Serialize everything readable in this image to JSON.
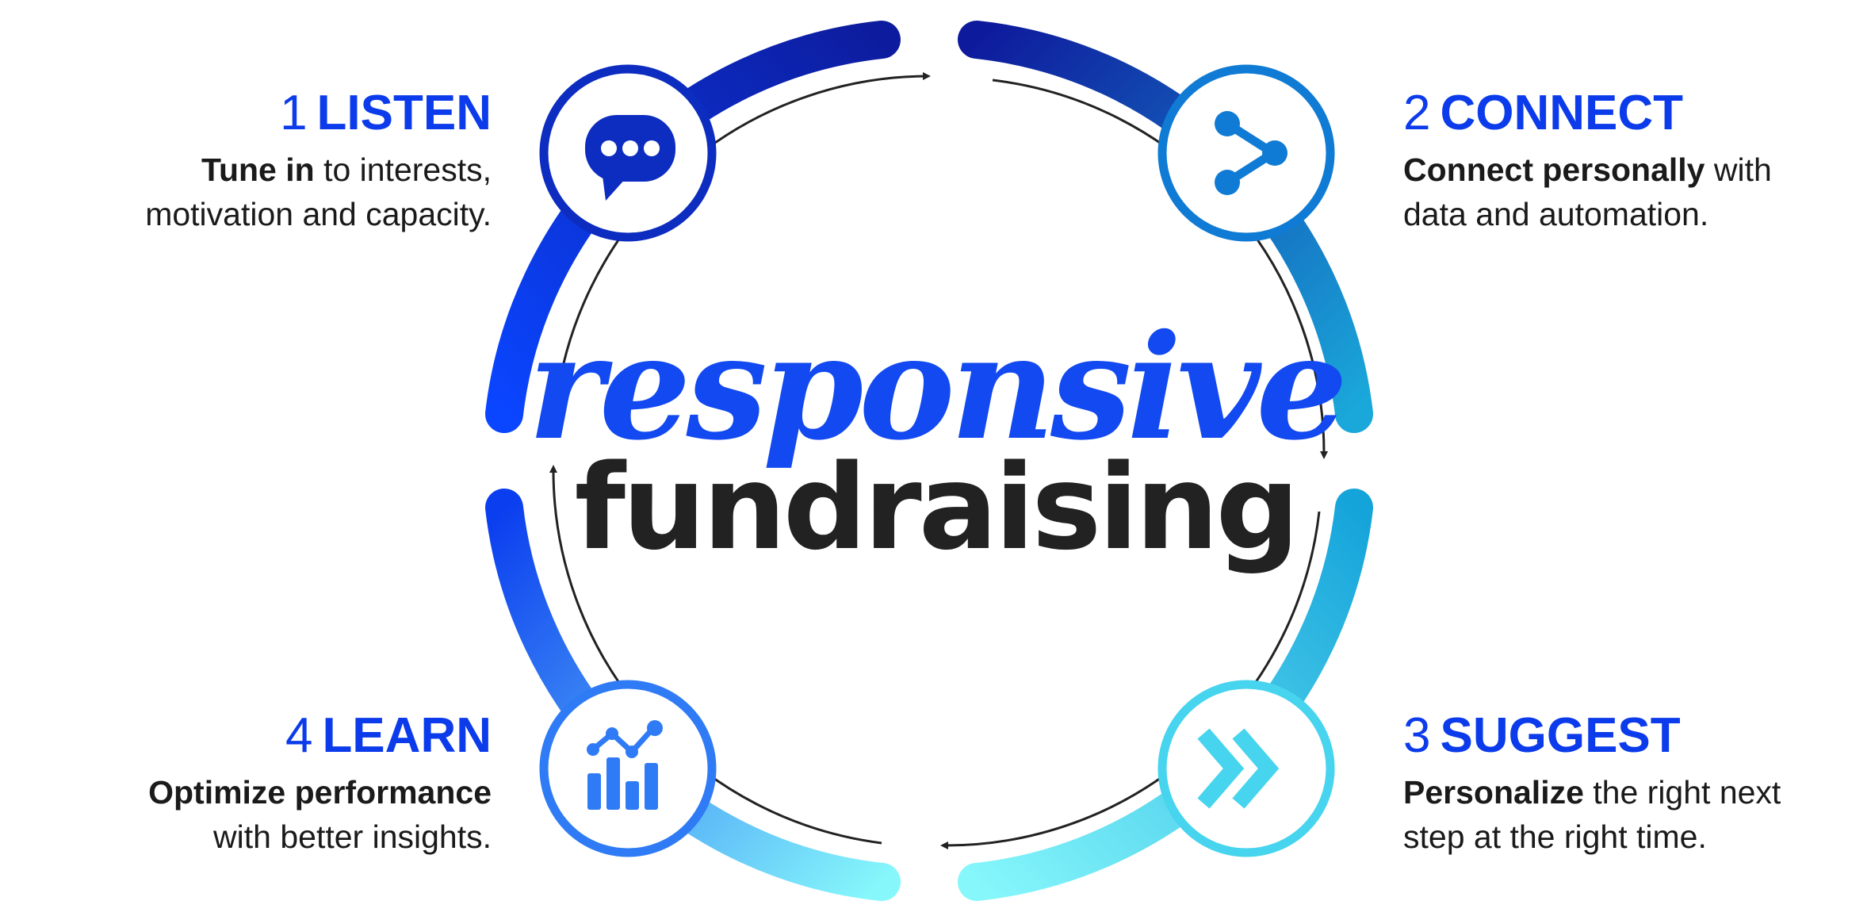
{
  "center": {
    "script_word": "responsive",
    "main_word": "fundraising"
  },
  "steps": [
    {
      "number": "1",
      "title": "LISTEN",
      "desc_bold": "Tune in",
      "desc_rest": " to interests,",
      "desc_line2": "motivation and capacity.",
      "icon": "chat-bubble-icon",
      "color": "#0D2CC0"
    },
    {
      "number": "2",
      "title": "CONNECT",
      "desc_bold": "Connect personally",
      "desc_rest": " with",
      "desc_line2": "data and automation.",
      "icon": "share-nodes-icon",
      "color": "#0F7BD4"
    },
    {
      "number": "3",
      "title": "SUGGEST",
      "desc_bold": "Personalize",
      "desc_rest": " the right next",
      "desc_line2": "step at the right time.",
      "icon": "double-chevron-right-icon",
      "color": "#46D4EE"
    },
    {
      "number": "4",
      "title": "LEARN",
      "desc_bold": "Optimize performance",
      "desc_rest": "",
      "desc_line2": "with better insights.",
      "icon": "bar-chart-trend-icon",
      "color": "#2F7BF5"
    }
  ],
  "colors": {
    "title_blue": "#0B3BEA",
    "script_blue": "#1249F0",
    "dark_text": "#222222",
    "arc_dark_blue": "#0D1FA8",
    "arc_mid_blue": "#0A45F5",
    "arc_teal": "#1AA6D8",
    "arc_cyan": "#7FF6FB"
  }
}
